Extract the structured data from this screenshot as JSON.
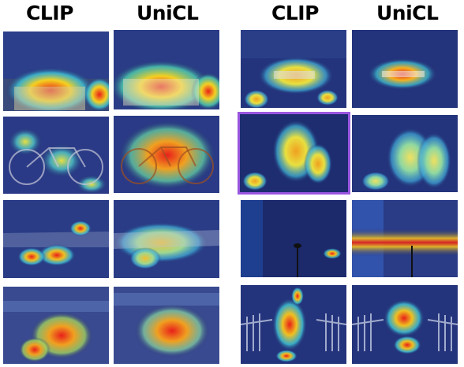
{
  "headers": {
    "left_col1": "CLIP",
    "left_col2": "UniCL",
    "right_col1": "CLIP",
    "right_col2": "UniCL"
  },
  "colors": {
    "highlight_border": "#9a57e0",
    "heat_cold": "#1e2a6e",
    "heat_hot": "#e8201a"
  },
  "images": [
    {
      "name": "bus-clip"
    },
    {
      "name": "bus-unicl"
    },
    {
      "name": "boat-clip"
    },
    {
      "name": "boat-unicl"
    },
    {
      "name": "bicycle-clip"
    },
    {
      "name": "bicycle-unicl"
    },
    {
      "name": "people-clip"
    },
    {
      "name": "people-unicl"
    },
    {
      "name": "airplane-clip"
    },
    {
      "name": "airplane-unicl"
    },
    {
      "name": "street-clip"
    },
    {
      "name": "street-unicl"
    },
    {
      "name": "motorcycle-clip"
    },
    {
      "name": "motorcycle-unicl"
    },
    {
      "name": "kids-clip"
    },
    {
      "name": "kids-unicl"
    }
  ]
}
